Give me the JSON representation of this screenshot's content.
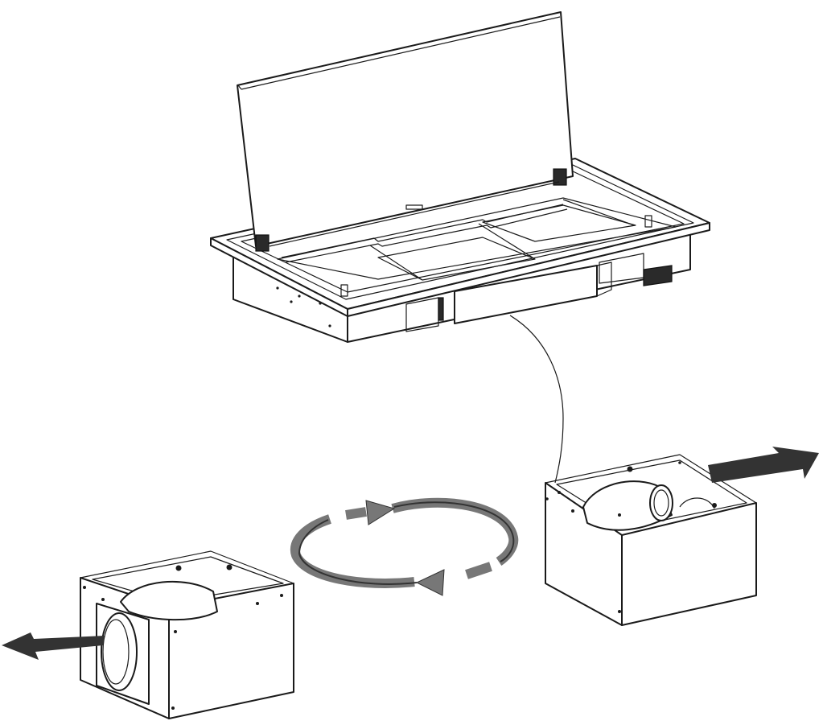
{
  "diagram": {
    "parts": [
      {
        "name": "floor-box-with-open-lid",
        "icon": "floor-box"
      },
      {
        "name": "fan-unit-right",
        "icon": "fan-unit"
      },
      {
        "name": "fan-unit-left",
        "icon": "fan-unit"
      }
    ],
    "arrows": {
      "exhaust_arrow_color": "#333333",
      "cycle_arrow_color": "#777777"
    },
    "colors": {
      "line": "#1a1a1a",
      "background": "#ffffff"
    }
  }
}
